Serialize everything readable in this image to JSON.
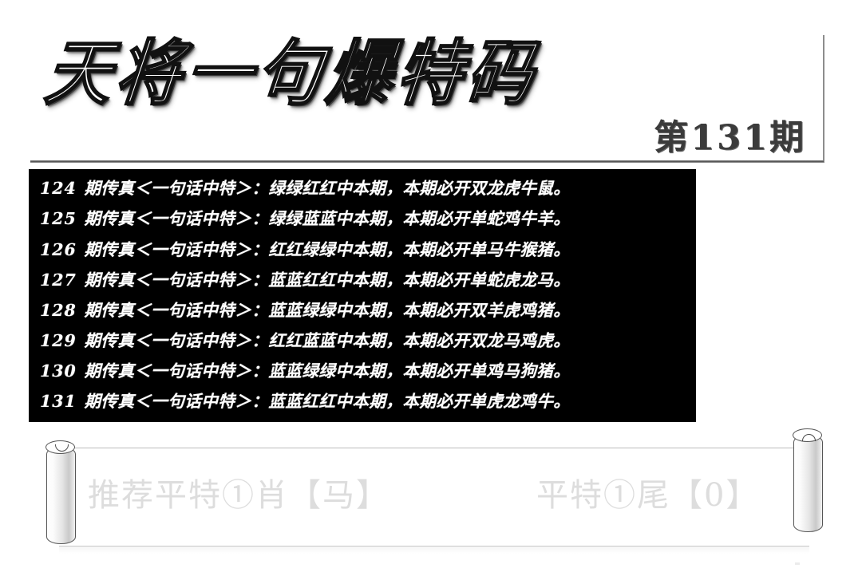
{
  "header": {
    "title": "天将一句爆特码",
    "issue_label": "第131期"
  },
  "panel": {
    "background_color": "#000000",
    "text_color": "#ffffff",
    "rows": [
      {
        "issue": "124",
        "text": "期传真＜一句话中特＞：绿绿红红中本期，本期必开双龙虎牛鼠。"
      },
      {
        "issue": "125",
        "text": "期传真＜一句话中特＞：绿绿蓝蓝中本期，本期必开单蛇鸡牛羊。"
      },
      {
        "issue": "126",
        "text": "期传真＜一句话中特＞：红红绿绿中本期，本期必开单马牛猴猪。"
      },
      {
        "issue": "127",
        "text": "期传真＜一句话中特＞：蓝蓝红红中本期，本期必开单蛇虎龙马。"
      },
      {
        "issue": "128",
        "text": "期传真＜一句话中特＞：蓝蓝绿绿中本期，本期必开双羊虎鸡猪。"
      },
      {
        "issue": "129",
        "text": "期传真＜一句话中特＞：红红蓝蓝中本期，本期必开双龙马鸡虎。"
      },
      {
        "issue": "130",
        "text": "期传真＜一句话中特＞：蓝蓝绿绿中本期，本期必开单鸡马狗猪。"
      },
      {
        "issue": "131",
        "text": "期传真＜一句话中特＞：蓝蓝红红中本期，本期必开单虎龙鸡牛。"
      }
    ]
  },
  "scroll": {
    "text_color": "#dddddd",
    "left_recommendation": "推荐平特①肖【马】",
    "right_recommendation": "平特①尾【0】"
  }
}
